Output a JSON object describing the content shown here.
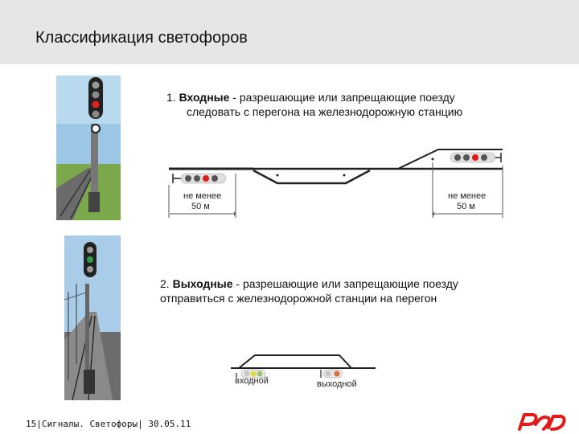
{
  "slide": {
    "title": "Классификация светофоров",
    "footer": "15|Сигналы. Светофоры| 30.05.11",
    "brand_color": "#e21a1a"
  },
  "section1": {
    "number": "1.",
    "term": "Входные",
    "text_line1": " - разрешающие или запрещающие поезду",
    "text_line2": "следовать с перегона на железнодорожную станцию",
    "left_dist_line1": "не менее",
    "left_dist_line2": "50 м",
    "right_dist_line1": "не менее",
    "right_dist_line2": "50 м"
  },
  "section2": {
    "number": "2.",
    "term": "Выходные",
    "text_line1": " - разрешающие или запрещающие поезду",
    "text_line2": "отправиться с железнодорожной станции на перегон",
    "label_entry": "входной",
    "label_exit": "выходной"
  }
}
